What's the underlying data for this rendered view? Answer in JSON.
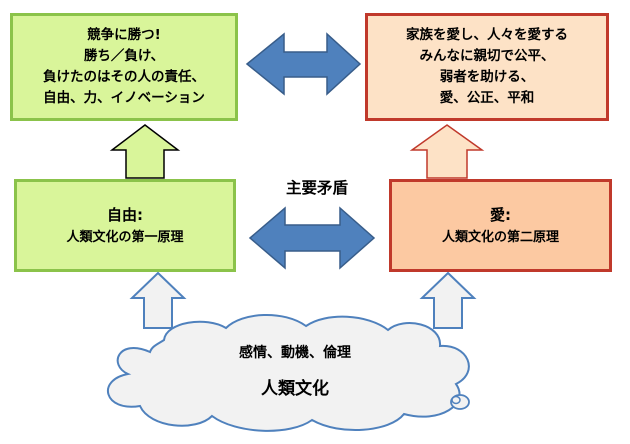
{
  "top_left": {
    "lines": [
      "競争に勝つ!",
      "勝ち／負け、",
      "負けたのはその人の責任、",
      "自由、力、イノベーション"
    ]
  },
  "top_right": {
    "lines": [
      "家族を愛し、人々を愛する",
      "みんなに親切で公平、",
      "弱者を助ける、",
      "愛、公正、平和"
    ]
  },
  "middle_left": {
    "title": "自由:",
    "subtitle": "人類文化の第一原理"
  },
  "middle_right": {
    "title": "愛:",
    "subtitle": "人類文化の第二原理"
  },
  "center_label": "主要矛盾",
  "cloud": {
    "line1": "感情、動機、倫理",
    "line2": "人類文化"
  },
  "colors": {
    "green_fill": "#d9f59a",
    "green_border": "#8bc34a",
    "orange_fill": "#fde2c6",
    "orange_soft_fill": "#fcc9a2",
    "red_border": "#c0392b",
    "blue_arrow": "#4f81bd",
    "cloud_fill": "#f2f2f2"
  }
}
